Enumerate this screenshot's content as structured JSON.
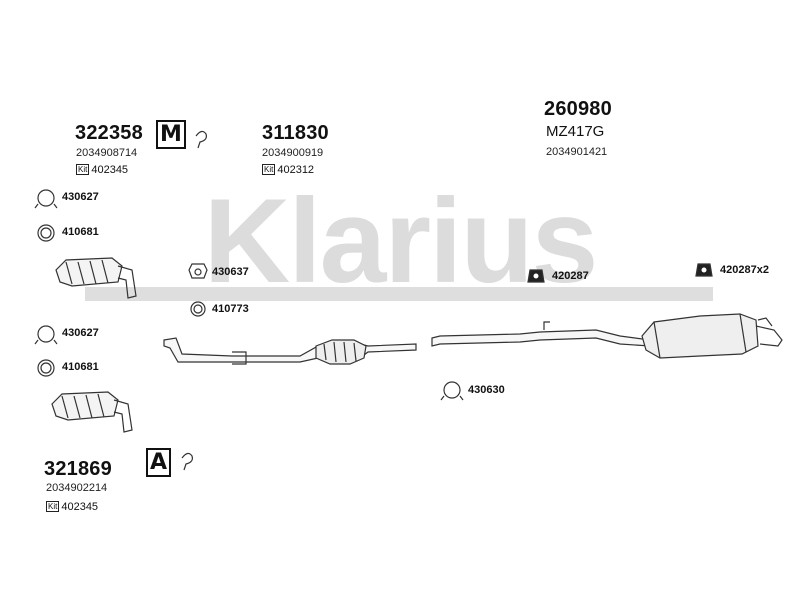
{
  "watermark": "Klarius",
  "parts": {
    "p322358": {
      "number": "322358",
      "code": "2034908714",
      "kit_label": "Kit",
      "kit": "402345"
    },
    "p311830": {
      "number": "311830",
      "code": "2034900919",
      "kit_label": "Kit",
      "kit": "402312"
    },
    "p260980": {
      "number": "260980",
      "model": "MZ417G",
      "code": "2034901421"
    },
    "p321869": {
      "number": "321869",
      "code": "2034902214",
      "kit_label": "Kit",
      "kit": "402345"
    }
  },
  "badges": {
    "m": "M",
    "a": "A"
  },
  "labels": {
    "c1": "430627",
    "r1": "410681",
    "c2": "430637",
    "r2": "410773",
    "h1": "420287",
    "h2": "420287x2",
    "c3": "430627",
    "r3": "410681",
    "c4": "430630"
  },
  "colors": {
    "watermark": "#d9d9d9",
    "line": "#333333"
  }
}
